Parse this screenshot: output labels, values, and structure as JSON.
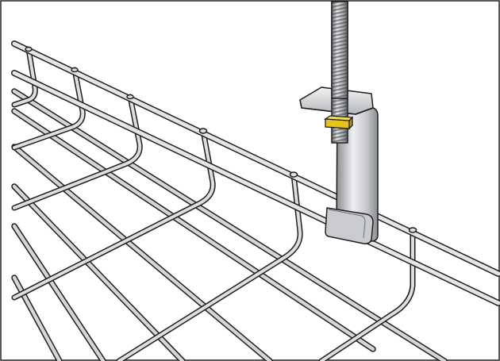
{
  "title": "",
  "colors": {
    "steel_light": "#e6e7e9",
    "steel_mid": "#b9bbbe",
    "steel_dark": "#7d8084",
    "outline": "#1e1e1e",
    "washer": "#e6c21a",
    "background": "#ffffff"
  },
  "parts": {
    "threaded_rod": "threaded-rod",
    "hex_nut": "hex-nut",
    "hanger_bracket": "hanger-bracket",
    "wire_mesh_tray": "wire-mesh-cable-tray"
  }
}
